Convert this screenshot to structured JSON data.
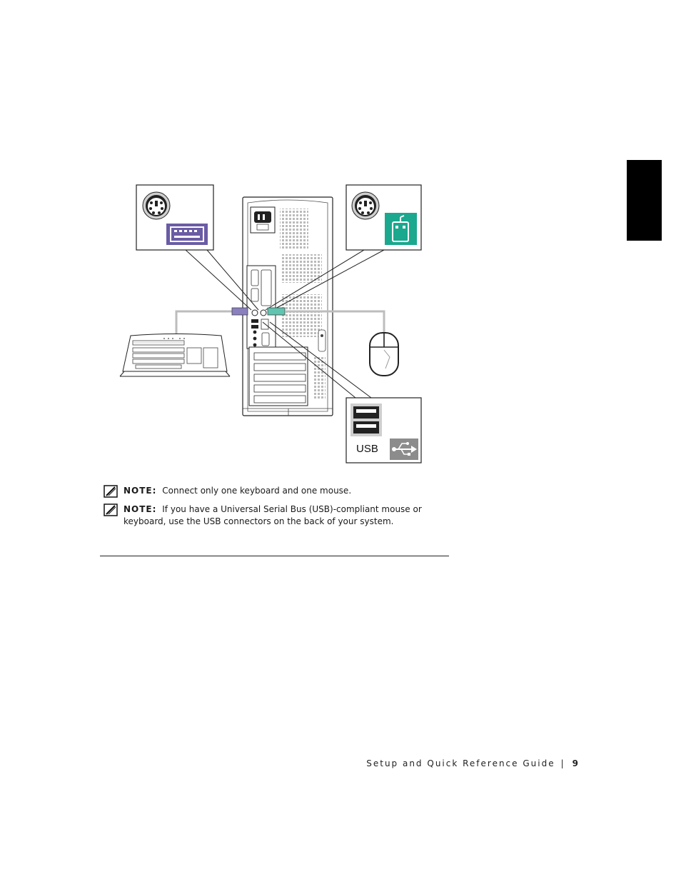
{
  "figure": {
    "usb_label": "USB",
    "icons": {
      "ps2_keyboard_port": "ps2-port-icon",
      "keyboard_symbol": "keyboard-symbol-icon",
      "ps2_mouse_port": "ps2-port-icon",
      "mouse_symbol": "mouse-symbol-icon",
      "usb_ports": "usb-port-icon",
      "usb_symbol": "usb-trident-icon"
    },
    "colors": {
      "keyboard_accent": "#6b5ca5",
      "mouse_accent": "#1aa88e",
      "usb_accent": "#8c8c8c"
    }
  },
  "notes": [
    {
      "label": "NOTE:",
      "text": "Connect only one keyboard and one mouse."
    },
    {
      "label": "NOTE:",
      "line1": "If you have a Universal Serial Bus (USB)-compliant mouse or",
      "line2": "keyboard, use the USB connectors on the back of your system."
    }
  ],
  "footer": {
    "title": "Setup and Quick Reference Guide",
    "separator": "|",
    "page_number": "9"
  }
}
